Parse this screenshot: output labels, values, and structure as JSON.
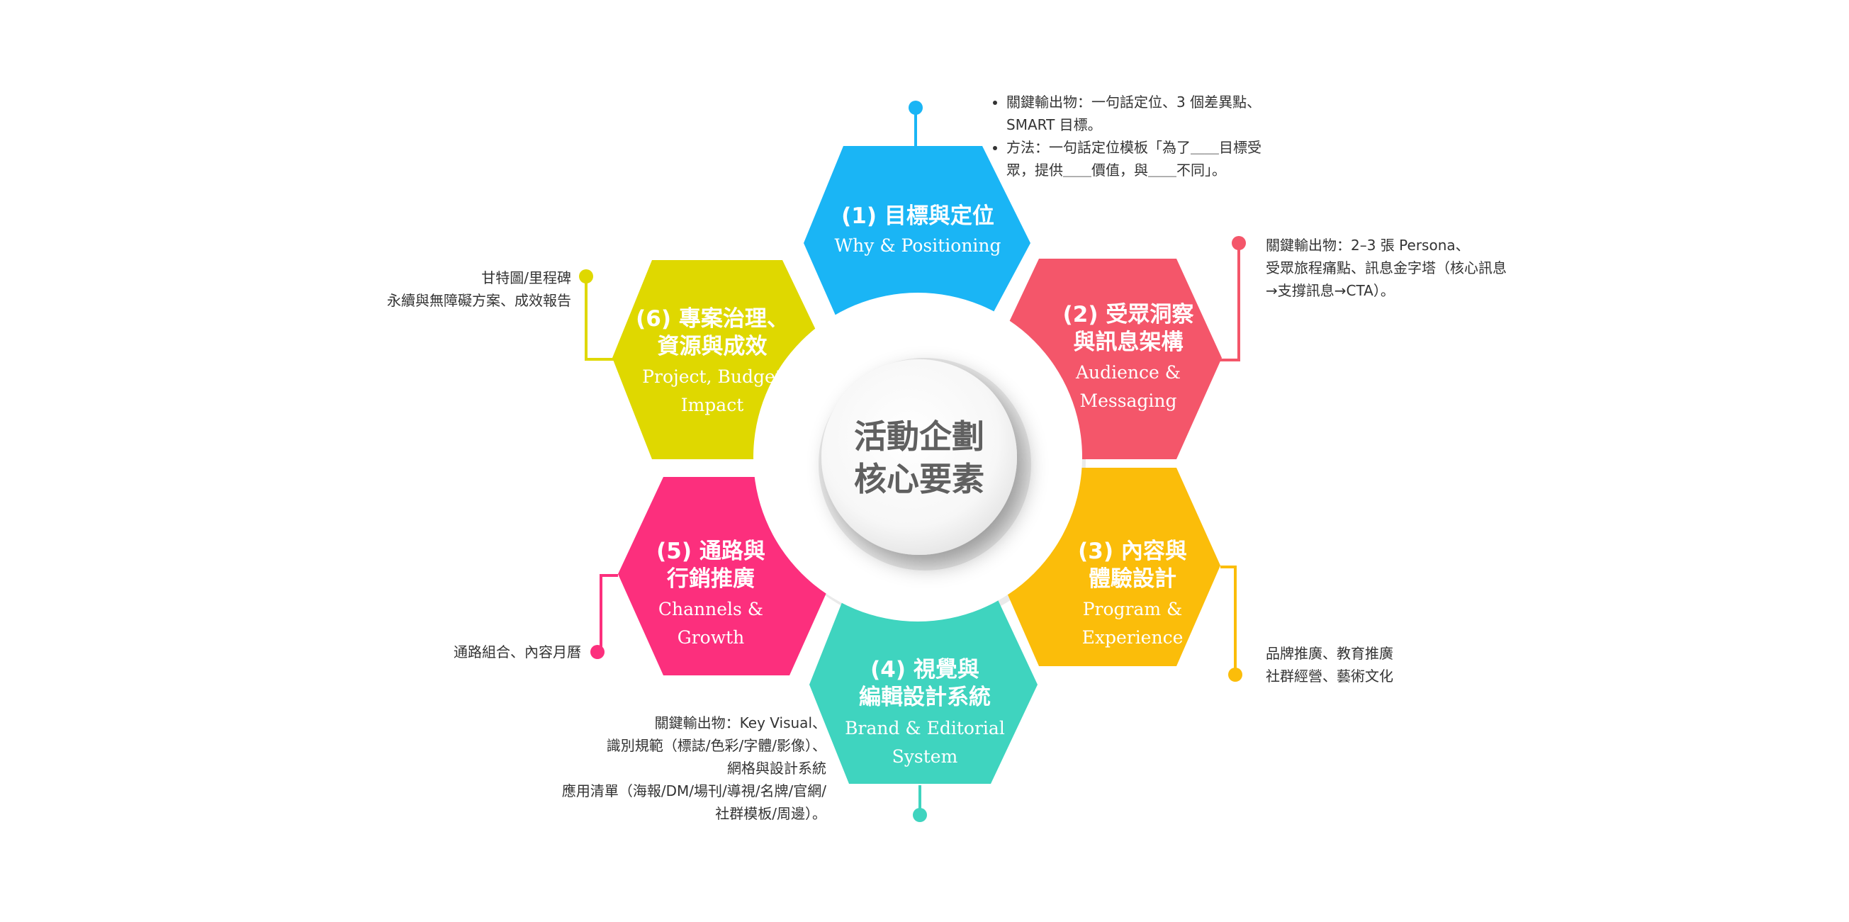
{
  "center": {
    "line1": "活動企劃",
    "line2": "核心要素"
  },
  "colors": {
    "seg1": "#1ab5f5",
    "seg2": "#f4566a",
    "seg3": "#fbbd0a",
    "seg4": "#3fd4bf",
    "seg5": "#fc2f7d",
    "seg6": "#dfd800",
    "text_dark": "#333333",
    "center_text": "#606060"
  },
  "segments": [
    {
      "id": 1,
      "title": [
        "(1) 目標與定位"
      ],
      "subtitle": [
        "Why & Positioning"
      ]
    },
    {
      "id": 2,
      "title": [
        "(2) 受眾洞察",
        "與訊息架構"
      ],
      "subtitle": [
        "Audience &",
        "Messaging"
      ]
    },
    {
      "id": 3,
      "title": [
        "(3) 內容與",
        "體驗設計"
      ],
      "subtitle": [
        "Program &",
        "Experience"
      ]
    },
    {
      "id": 4,
      "title": [
        "(4) 視覺與",
        "編輯設計系統"
      ],
      "subtitle": [
        "Brand & Editorial",
        "System"
      ]
    },
    {
      "id": 5,
      "title": [
        "(5) 通路與",
        "行銷推廣"
      ],
      "subtitle": [
        "Channels &",
        "Growth"
      ]
    },
    {
      "id": 6,
      "title": [
        "(6) 專案治理、",
        "資源與成效"
      ],
      "subtitle": [
        "Project, Budget",
        "Impact"
      ]
    }
  ],
  "notes": {
    "n1": {
      "bullets": [
        [
          "關鍵輸出物：一句話定位、3 個差異點、",
          "SMART 目標。"
        ],
        [
          "方法：一句話定位模板「為了＿＿目標受",
          "眾，提供＿＿價值，與＿＿不同」。"
        ]
      ]
    },
    "n2": {
      "lines": [
        "關鍵輸出物：2–3 張 Persona、",
        "受眾旅程痛點、訊息金字塔（核心訊息",
        "→支撐訊息→CTA）。"
      ]
    },
    "n3": {
      "lines": [
        "品牌推廣、教育推廣",
        "社群經營、藝術文化"
      ]
    },
    "n4": {
      "lines": [
        "關鍵輸出物：Key Visual、",
        "識別規範（標誌/色彩/字體/影像）、",
        "網格與設計系統",
        "應用清單（海報/DM/場刊/導視/名牌/官網/",
        "社群模板/周邊）。"
      ]
    },
    "n5": {
      "lines": [
        "通路組合、內容月曆"
      ]
    },
    "n6": {
      "lines": [
        "甘特圖/里程碑",
        "永續與無障礙方案、成效報告"
      ]
    }
  }
}
